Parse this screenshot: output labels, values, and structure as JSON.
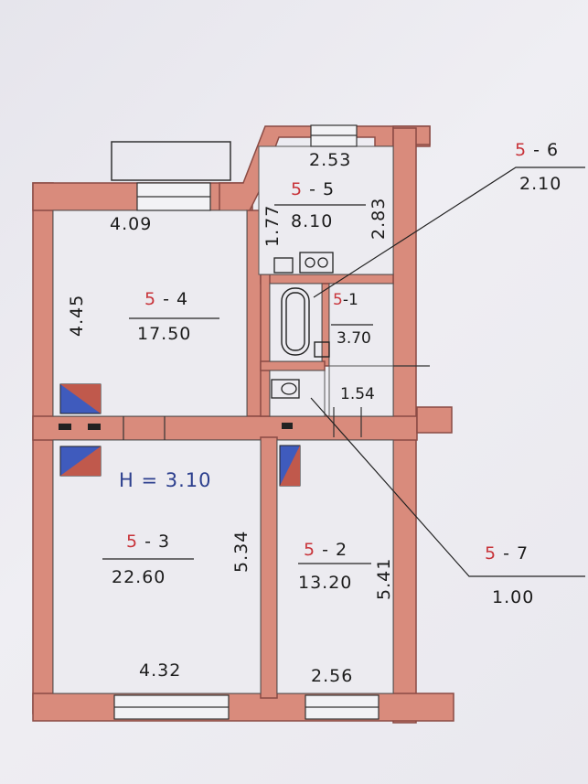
{
  "rooms": {
    "r4": {
      "block": "5",
      "dash": "-",
      "no": "4",
      "area": "17.50",
      "width": "4.09",
      "length": "4.45"
    },
    "r5": {
      "block": "5",
      "dash": "-",
      "no": "5",
      "area": "8.10",
      "width": "2.53",
      "length": "2.83",
      "side": "1.77"
    },
    "r1": {
      "block": "5",
      "dash": "-",
      "no": "1",
      "area": "3.70"
    },
    "r3": {
      "block": "5",
      "dash": "-",
      "no": "3",
      "area": "22.60",
      "width": "4.32",
      "length": "5.34"
    },
    "r2": {
      "block": "5",
      "dash": "-",
      "no": "2",
      "area": "13.20",
      "width": "2.56",
      "length": "5.41"
    },
    "r6": {
      "block": "5",
      "dash": "-",
      "no": "6",
      "area": "2.10"
    },
    "r7": {
      "block": "5",
      "dash": "-",
      "no": "7",
      "area": "1.00"
    }
  },
  "corridor_width": "1.54",
  "ceiling_height": "H = 3.10",
  "colors": {
    "wall": "#d98b7c",
    "wall_edge": "#8a4b44",
    "accent_red": "#c8343a",
    "blue_ink": "#2c3f8e",
    "paper": "#ecebf0"
  }
}
